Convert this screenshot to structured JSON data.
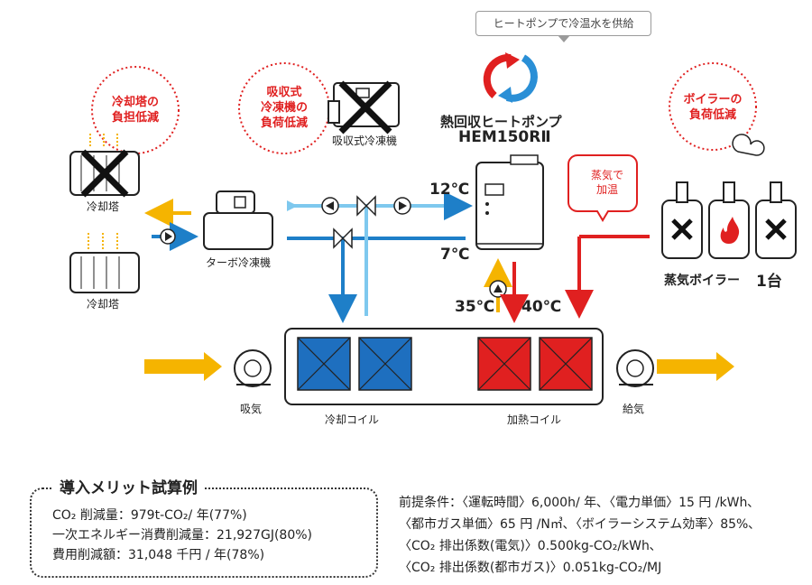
{
  "callout": "ヒートポンプで冷温水を供給",
  "heat_pump": {
    "title": "熱回収ヒートポンプ",
    "model": "HEM150RⅡ"
  },
  "bursts": {
    "cooling_tower": "冷却塔の\n負担低減",
    "absorption": "吸収式\n冷凍機の\n負荷低減",
    "boiler": "ボイラーの\n負荷低減"
  },
  "equipment": {
    "absorption_chiller": "吸収式冷凍機",
    "cooling_tower_1": "冷却塔",
    "cooling_tower_2": "冷却塔",
    "turbo_chiller": "ターボ冷凍機",
    "steam_boiler": "蒸気ボイラー",
    "steam_boiler_count": "1台",
    "steam_heating_bubble": "蒸気で\n加温",
    "intake": "吸気",
    "supply": "給気",
    "cooling_coil": "冷却コイル",
    "heating_coil": "加熱コイル"
  },
  "temperatures": {
    "t12": "12℃",
    "t7": "7℃",
    "t35": "35℃",
    "t40": "40℃"
  },
  "merit": {
    "title": "導入メリット試算例",
    "lines": [
      "CO₂ 削減量：979t-CO₂/ 年(77%)",
      "一次エネルギー消費削減量：21,927GJ(80%)",
      "費用削減額：31,048 千円 / 年(78%)"
    ]
  },
  "conditions": [
    "前提条件：〈運転時間〉6,000h/ 年､〈電力単価〉15 円 /kWh､",
    "〈都市ガス単価〉65 円 /N㎥､〈ボイラーシステム効率〉85%､",
    "〈CO₂ 排出係数(電気)〉0.500kg-CO₂/kWh､",
    "〈CO₂ 排出係数(都市ガス)〉0.051kg-CO₂/MJ"
  ],
  "colors": {
    "red": "#e02020",
    "blue": "#1e7fc8",
    "yellow": "#f5b400",
    "light_blue": "#7ec8ee",
    "coil_blue": "#1e6fbf",
    "coil_red": "#e02020"
  }
}
